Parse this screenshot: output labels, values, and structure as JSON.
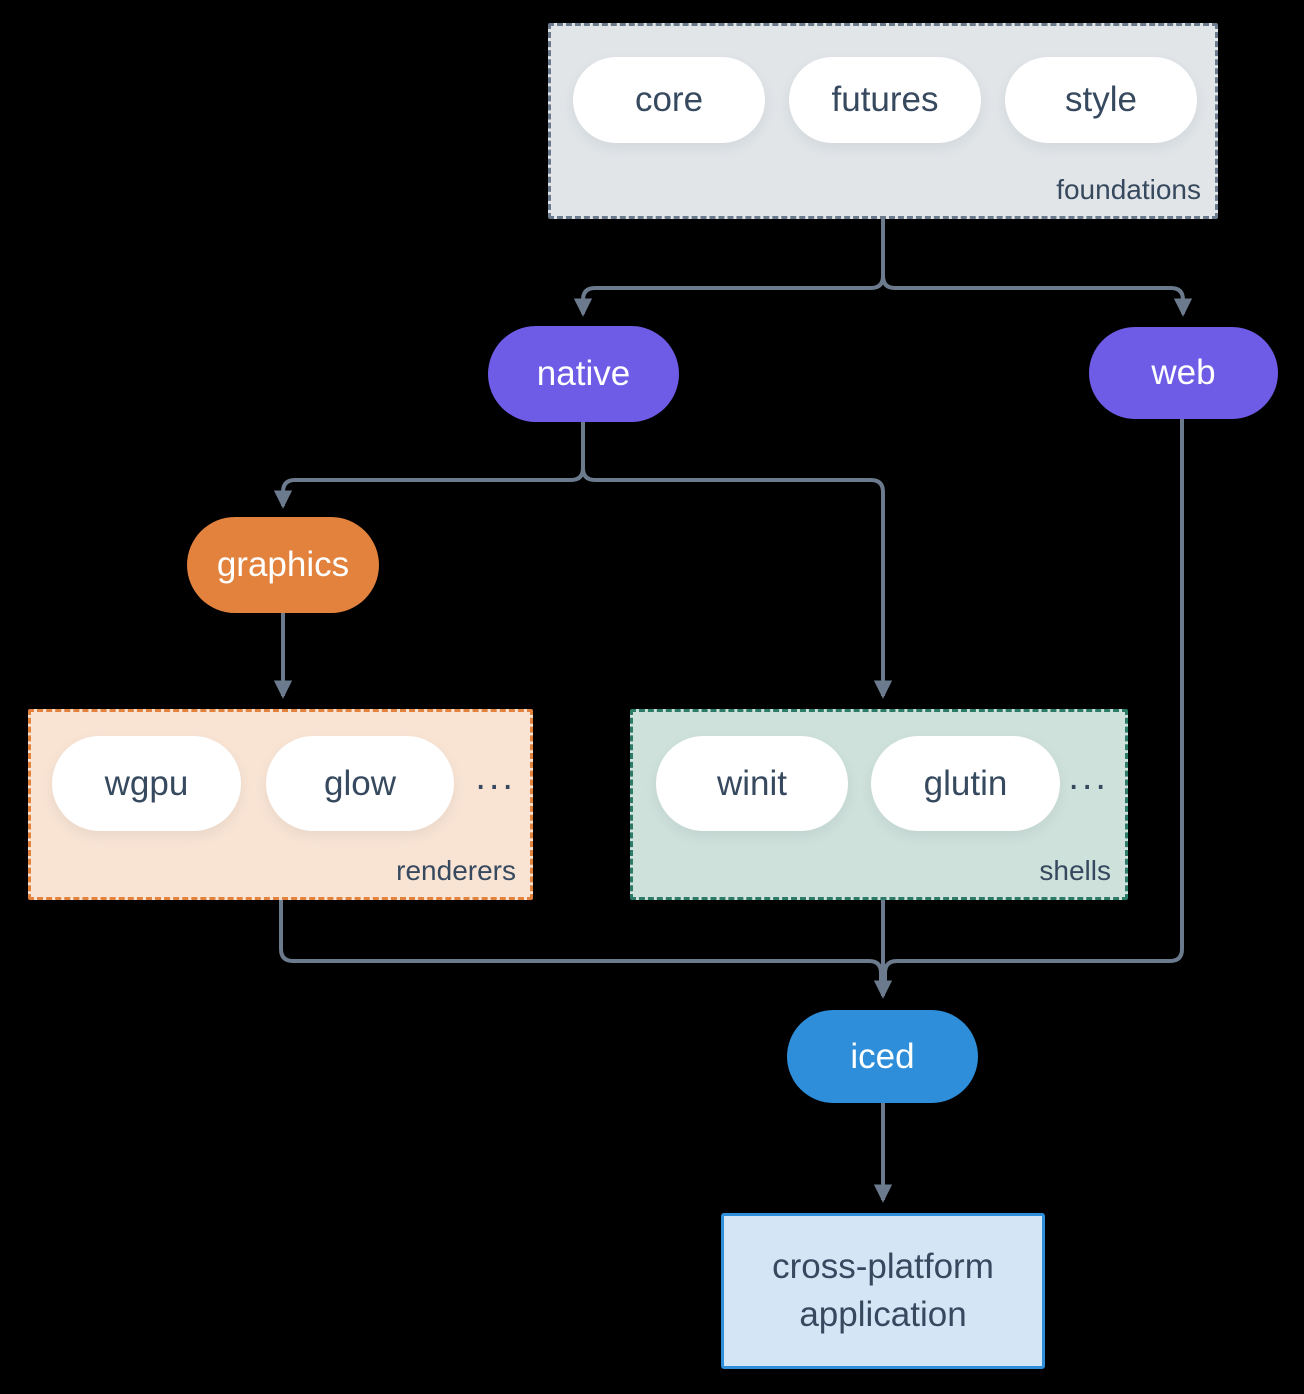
{
  "colors": {
    "background": "#000000",
    "arrow": "#6b7a8c",
    "ink": "#36495e",
    "purple": "#6e5ce6",
    "orange": "#e2823d",
    "blue": "#2e8ed9",
    "foundations-fill": "#e1e5e8",
    "foundations-border": "#6b7a8c",
    "renderers-fill": "#f9e4d4",
    "renderers-border": "#e2823d",
    "shells-fill": "#cfe1db",
    "shells-border": "#2c7b69",
    "app-fill": "#d4e6f6",
    "app-border": "#2e8ed9",
    "pill-fill": "#ffffff"
  },
  "groups": {
    "foundations": {
      "label": "foundations",
      "pills": [
        "core",
        "futures",
        "style"
      ]
    },
    "renderers": {
      "label": "renderers",
      "pills": [
        "wgpu",
        "glow"
      ],
      "more": "..."
    },
    "shells": {
      "label": "shells",
      "pills": [
        "winit",
        "glutin"
      ],
      "more": "..."
    }
  },
  "nodes": {
    "native": "native",
    "web": "web",
    "graphics": "graphics",
    "iced": "iced"
  },
  "app": {
    "line1": "cross-platform",
    "line2": "application"
  }
}
